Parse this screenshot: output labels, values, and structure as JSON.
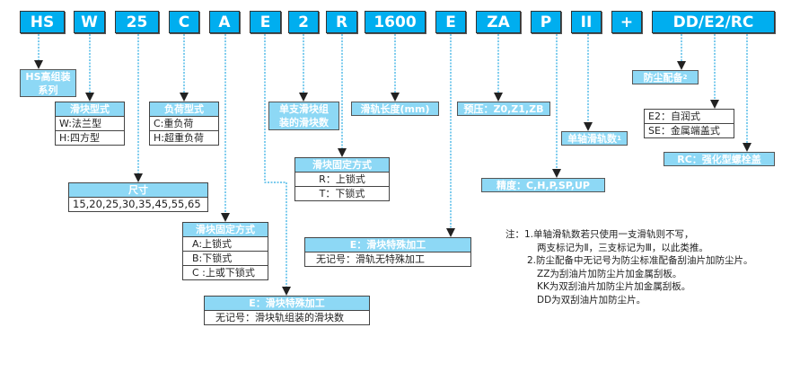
{
  "codes": [
    "HS",
    "W",
    "25",
    "C",
    "A",
    "E",
    "2",
    "R",
    "1600",
    "E",
    "ZA",
    "P",
    "II",
    "+",
    "DD/E2/RC"
  ],
  "series": {
    "line1": "HS高组装",
    "line2": "系列"
  },
  "block_type": {
    "title": "滑块型式",
    "rows": [
      "W:法兰型",
      "H:四方型"
    ]
  },
  "load_type": {
    "title": "负荷型式",
    "rows": [
      "C:重负荷",
      "H:超重负荷"
    ]
  },
  "blocks_per_rail": {
    "line1": "单支滑块组",
    "line2": "装的滑块数"
  },
  "rail_length": "滑轨长度(mm)",
  "preload": "预压：Z0,Z1,ZB",
  "rails_per_axis": {
    "label": "单轴滑轨数",
    "sup": "1"
  },
  "dust": {
    "label": "防尘配备",
    "sup": "2"
  },
  "dust_table": {
    "rows": [
      "E2：自润式",
      "SE：金属端盖式"
    ]
  },
  "rc": "RC：强化型螺栓盖",
  "accuracy": "精度：C,H,P,SP,UP",
  "rail_fix": {
    "title": "滑块固定方式",
    "rows": [
      "R：上锁式",
      "T：下锁式"
    ]
  },
  "size": {
    "title": "尺寸",
    "rows": [
      "15,20,25,30,35,45,55,65"
    ]
  },
  "block_fix": {
    "title": "滑块固定方式",
    "rows": [
      "A:上锁式",
      "B:下锁式",
      "C :上或下锁式"
    ]
  },
  "rail_special": {
    "title": "E：滑块特殊加工",
    "rows": [
      "无记号：滑轨无特殊加工"
    ]
  },
  "block_special": {
    "title": "E：滑块特殊加工",
    "rows": [
      "无记号：滑块轨组装的滑块数"
    ]
  },
  "notes": {
    "prefix": "注：",
    "lines": [
      "1.单轴滑轨数若只使用一支滑轨则不写，",
      "两支标记为Ⅱ，三支标记为Ⅲ，以此类推。",
      "2.防尘配备中无记号为防尘标准配备刮油片加防尘片。",
      "ZZ为刮油片加防尘片加金属刮板。",
      "KK为双刮油片加防尘片加金属刮板。",
      "DD为双刮油片加防尘片。"
    ]
  },
  "colors": {
    "code_bg": "#00aeef",
    "label_bg": "#8dd8f5",
    "connector": "#29abe2"
  }
}
